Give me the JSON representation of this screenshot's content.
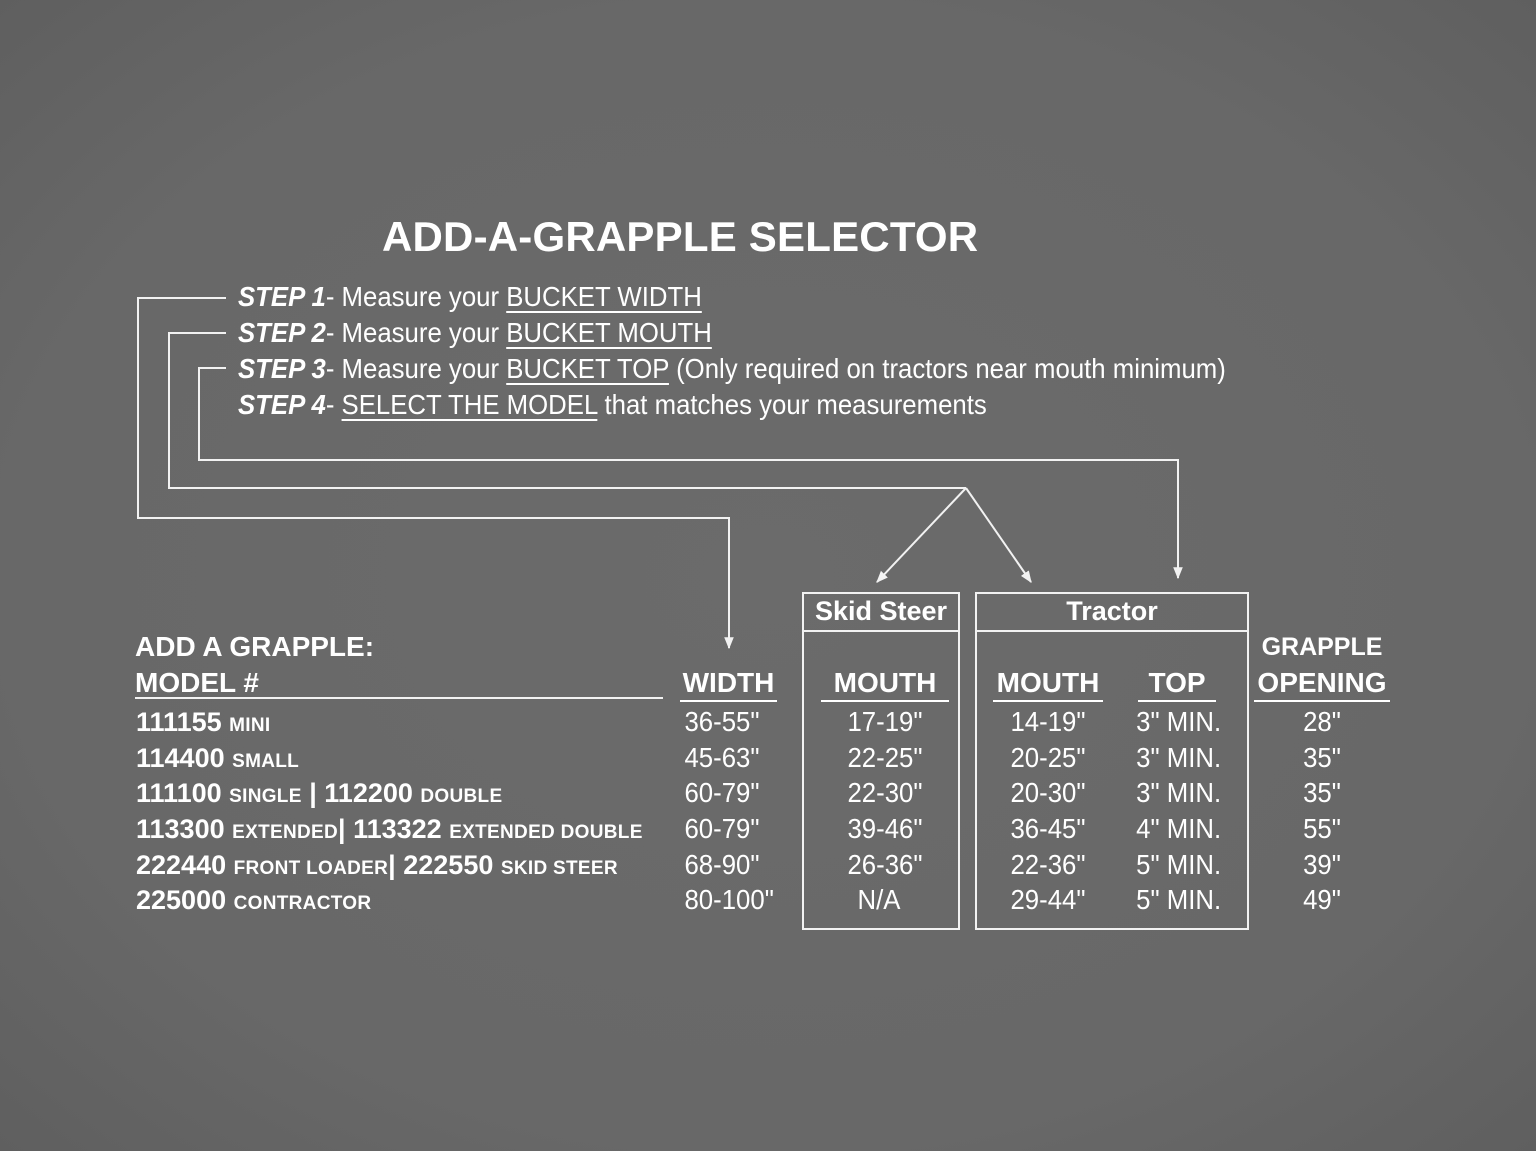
{
  "title": "ADD-A-GRAPPLE SELECTOR",
  "steps": [
    {
      "label": "STEP 1",
      "sep": "- ",
      "pre": "Measure your ",
      "link": "BUCKET WIDTH",
      "post": ""
    },
    {
      "label": "STEP 2",
      "sep": "- ",
      "pre": "Measure your ",
      "link": "BUCKET MOUTH",
      "post": ""
    },
    {
      "label": "STEP 3",
      "sep": "- ",
      "pre": "Measure your ",
      "link": "BUCKET TOP",
      "post": " (Only required on tractors near mouth minimum)"
    },
    {
      "label": "STEP 4",
      "sep": "- ",
      "pre": "",
      "link": "SELECT THE MODEL",
      "post": " that matches your measurements"
    }
  ],
  "table": {
    "section_label": "ADD A GRAPPLE:",
    "group_skid": "Skid Steer",
    "group_tractor": "Tractor",
    "headers": {
      "model": "MODEL #",
      "width": "WIDTH",
      "skid_mouth": "MOUTH",
      "tractor_mouth": "MOUTH",
      "tractor_top": "TOP",
      "opening_line1": "GRAPPLE",
      "opening_line2": "OPENING"
    },
    "rows": [
      {
        "m1": "111155",
        "d1": "MINI",
        "m2": "",
        "d2": "",
        "width": "36-55\"",
        "skid_mouth": "17-19\"",
        "tractor_mouth": "14-19\"",
        "top": "3\" MIN.",
        "opening": "28\""
      },
      {
        "m1": "114400",
        "d1": "SMALL",
        "m2": "",
        "d2": "",
        "width": "45-63\"",
        "skid_mouth": "22-25\"",
        "tractor_mouth": "20-25\"",
        "top": "3\" MIN.",
        "opening": "35\""
      },
      {
        "m1": "111100",
        "d1": "SINGLE",
        "m2": "112200",
        "d2": "DOUBLE",
        "width": "60-79\"",
        "skid_mouth": "22-30\"",
        "tractor_mouth": "20-30\"",
        "top": "3\" MIN.",
        "opening": "35\""
      },
      {
        "m1": "113300",
        "d1": "EXTENDED",
        "m2": "113322",
        "d2": "EXTENDED DOUBLE",
        "width": "60-79\"",
        "skid_mouth": "39-46\"",
        "tractor_mouth": "36-45\"",
        "top": "4\" MIN.",
        "opening": "55\""
      },
      {
        "m1": "222440",
        "d1": "FRONT LOADER",
        "m2": "222550",
        "d2": "SKID STEER",
        "width": "68-90\"",
        "skid_mouth": "26-36\"",
        "tractor_mouth": "22-36\"",
        "top": "5\" MIN.",
        "opening": "39\""
      },
      {
        "m1": "225000",
        "d1": "CONTRACTOR",
        "m2": "",
        "d2": "",
        "width": "80-100\"",
        "skid_mouth": "N/A",
        "tractor_mouth": "29-44\"",
        "top": "5\" MIN.",
        "opening": "49\""
      }
    ],
    "separator": "|"
  }
}
